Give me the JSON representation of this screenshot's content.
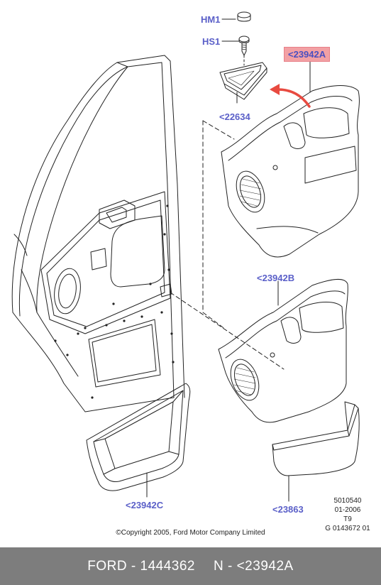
{
  "callouts": {
    "hm1": "HM1",
    "hs1": "HS1",
    "p22634": "<22634",
    "p23942A": "<23942A",
    "p23942B": "<23942B",
    "p23942C": "<23942C",
    "p23863": "<23863"
  },
  "meta": {
    "line1": "5010540",
    "line2": "01-2006",
    "line3": "T9",
    "line4": "G 0143672 01"
  },
  "copyright": "©Copyright 2005, Ford Motor Company Limited",
  "footer": {
    "brand_part": "FORD - 1444362",
    "ref": "N - <23942A"
  },
  "colors": {
    "callout_text": "#5a5fc8",
    "highlight_bg": "#f2a0a4",
    "arrow": "#e84a40",
    "footer_bg": "#7d7d7d"
  }
}
